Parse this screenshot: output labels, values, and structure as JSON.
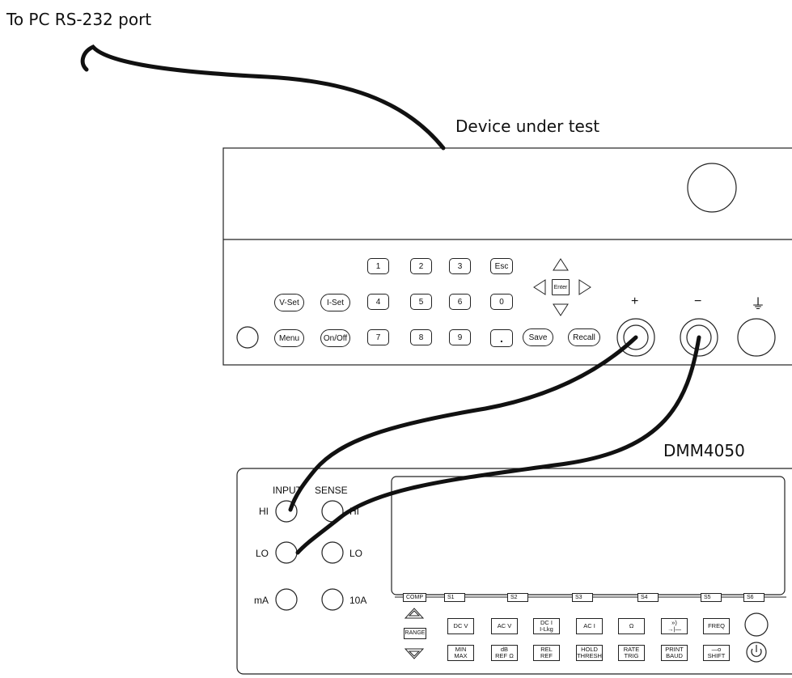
{
  "labels": {
    "pc_port": "To PC RS-232 port",
    "dut": "Device under test",
    "dmm": "DMM4050"
  },
  "psu": {
    "keys_numeric": [
      "1",
      "2",
      "3",
      "Esc",
      "4",
      "5",
      "6",
      "0",
      "7",
      "8",
      "9",
      "."
    ],
    "v_set": "V-Set",
    "i_set": "I-Set",
    "menu": "Menu",
    "on_off": "On/Off",
    "save": "Save",
    "recall": "Recall",
    "enter": "Enter",
    "terminal_plus": "+",
    "terminal_minus": "−",
    "terminal_ground": "⏚"
  },
  "dmm": {
    "input_label": "INPUT",
    "sense_label": "SENSE",
    "hi": "HI",
    "lo": "LO",
    "ma": "mA",
    "sense_hi": "HI",
    "sense_lo": "LO",
    "ten_a": "10A",
    "softkeys": [
      "COMP",
      "S1",
      "S2",
      "S3",
      "S4",
      "S5",
      "S6"
    ],
    "range": "RANGE",
    "row1": [
      "DC V",
      "AC V",
      "DC I\nI-Lkg",
      "AC I",
      "Ω",
      "»)\n→|—",
      "FREQ"
    ],
    "row2": [
      "MIN\nMAX",
      "dB\nREF Ω",
      "REL\nREF",
      "HOLD\nTHRESH",
      "RATE\nTRIG",
      "PRINT\nBAUD",
      "—o\nSHIFT"
    ],
    "power_icon": "⏻"
  }
}
